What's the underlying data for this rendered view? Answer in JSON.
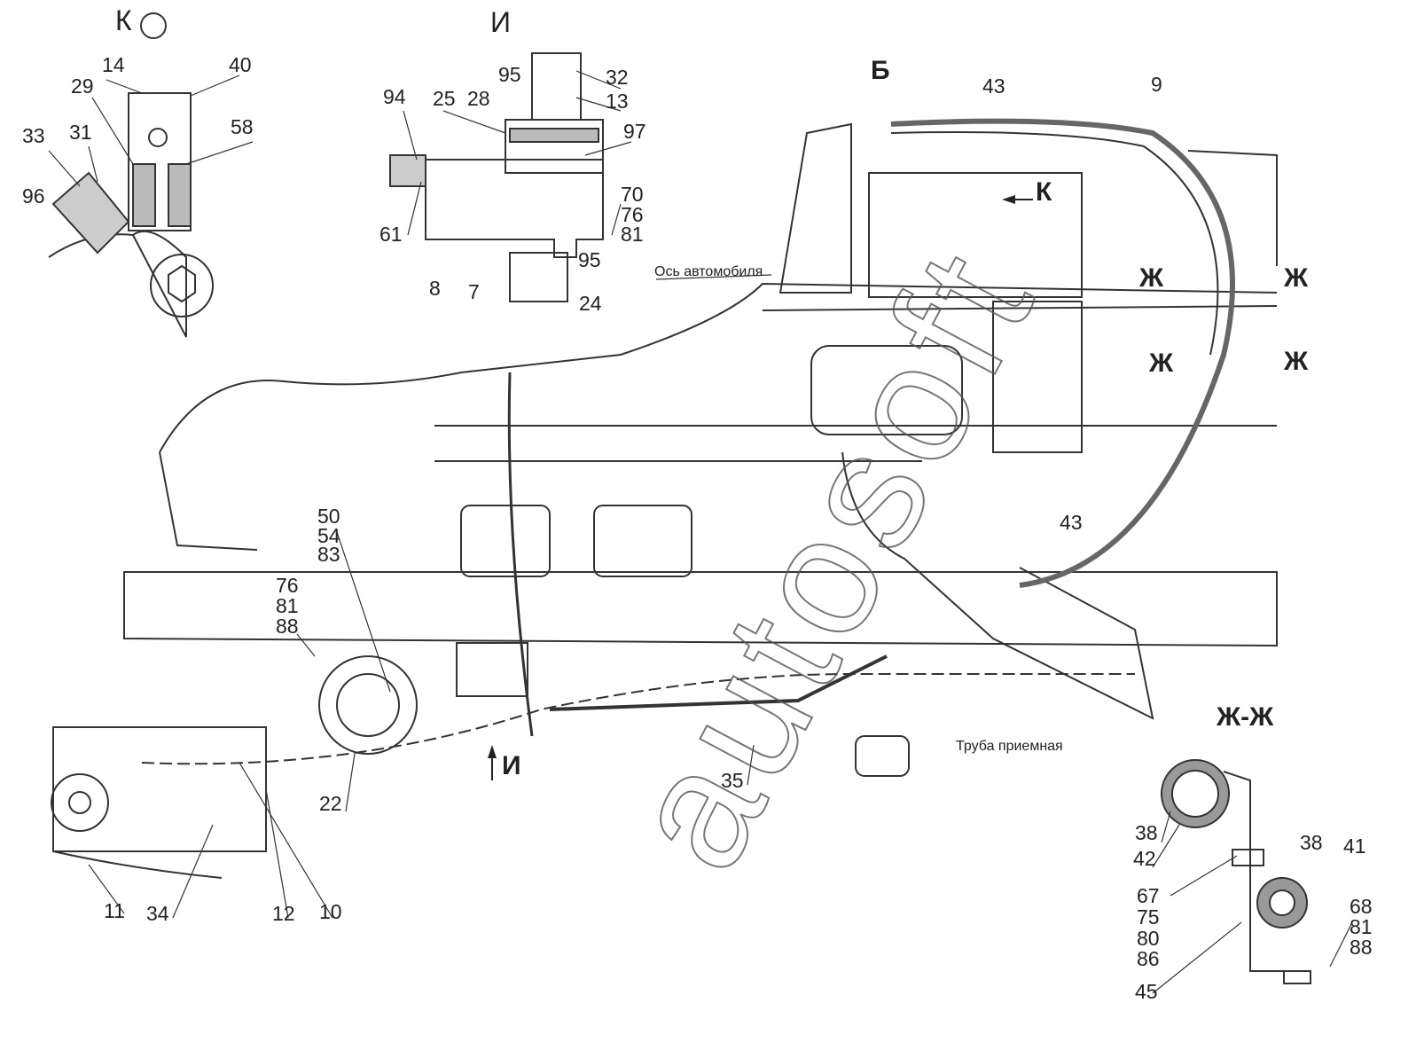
{
  "views": {
    "k": "К",
    "i_top": "И",
    "b": "Б",
    "i_arrow": "И",
    "k_arrow": "К",
    "zh_section": "Ж-Ж",
    "zh": "Ж"
  },
  "captions": {
    "axis": "Ось автомобиля",
    "pipe": "Труба приемная"
  },
  "watermark": "autosoft",
  "labels_k": [
    "14",
    "40",
    "29",
    "58",
    "33",
    "31",
    "96"
  ],
  "labels_i": [
    "95",
    "32",
    "13",
    "94",
    "25",
    "28",
    "97",
    "70",
    "76",
    "81",
    "61",
    "95",
    "8",
    "7",
    "24"
  ],
  "labels_main": [
    "43",
    "9",
    "50",
    "54",
    "83",
    "76",
    "81",
    "88",
    "43",
    "22",
    "35",
    "11",
    "34",
    "12",
    "10"
  ],
  "labels_section": [
    "38",
    "42",
    "38",
    "41",
    "67",
    "75",
    "80",
    "86",
    "68",
    "81",
    "88",
    "45"
  ]
}
